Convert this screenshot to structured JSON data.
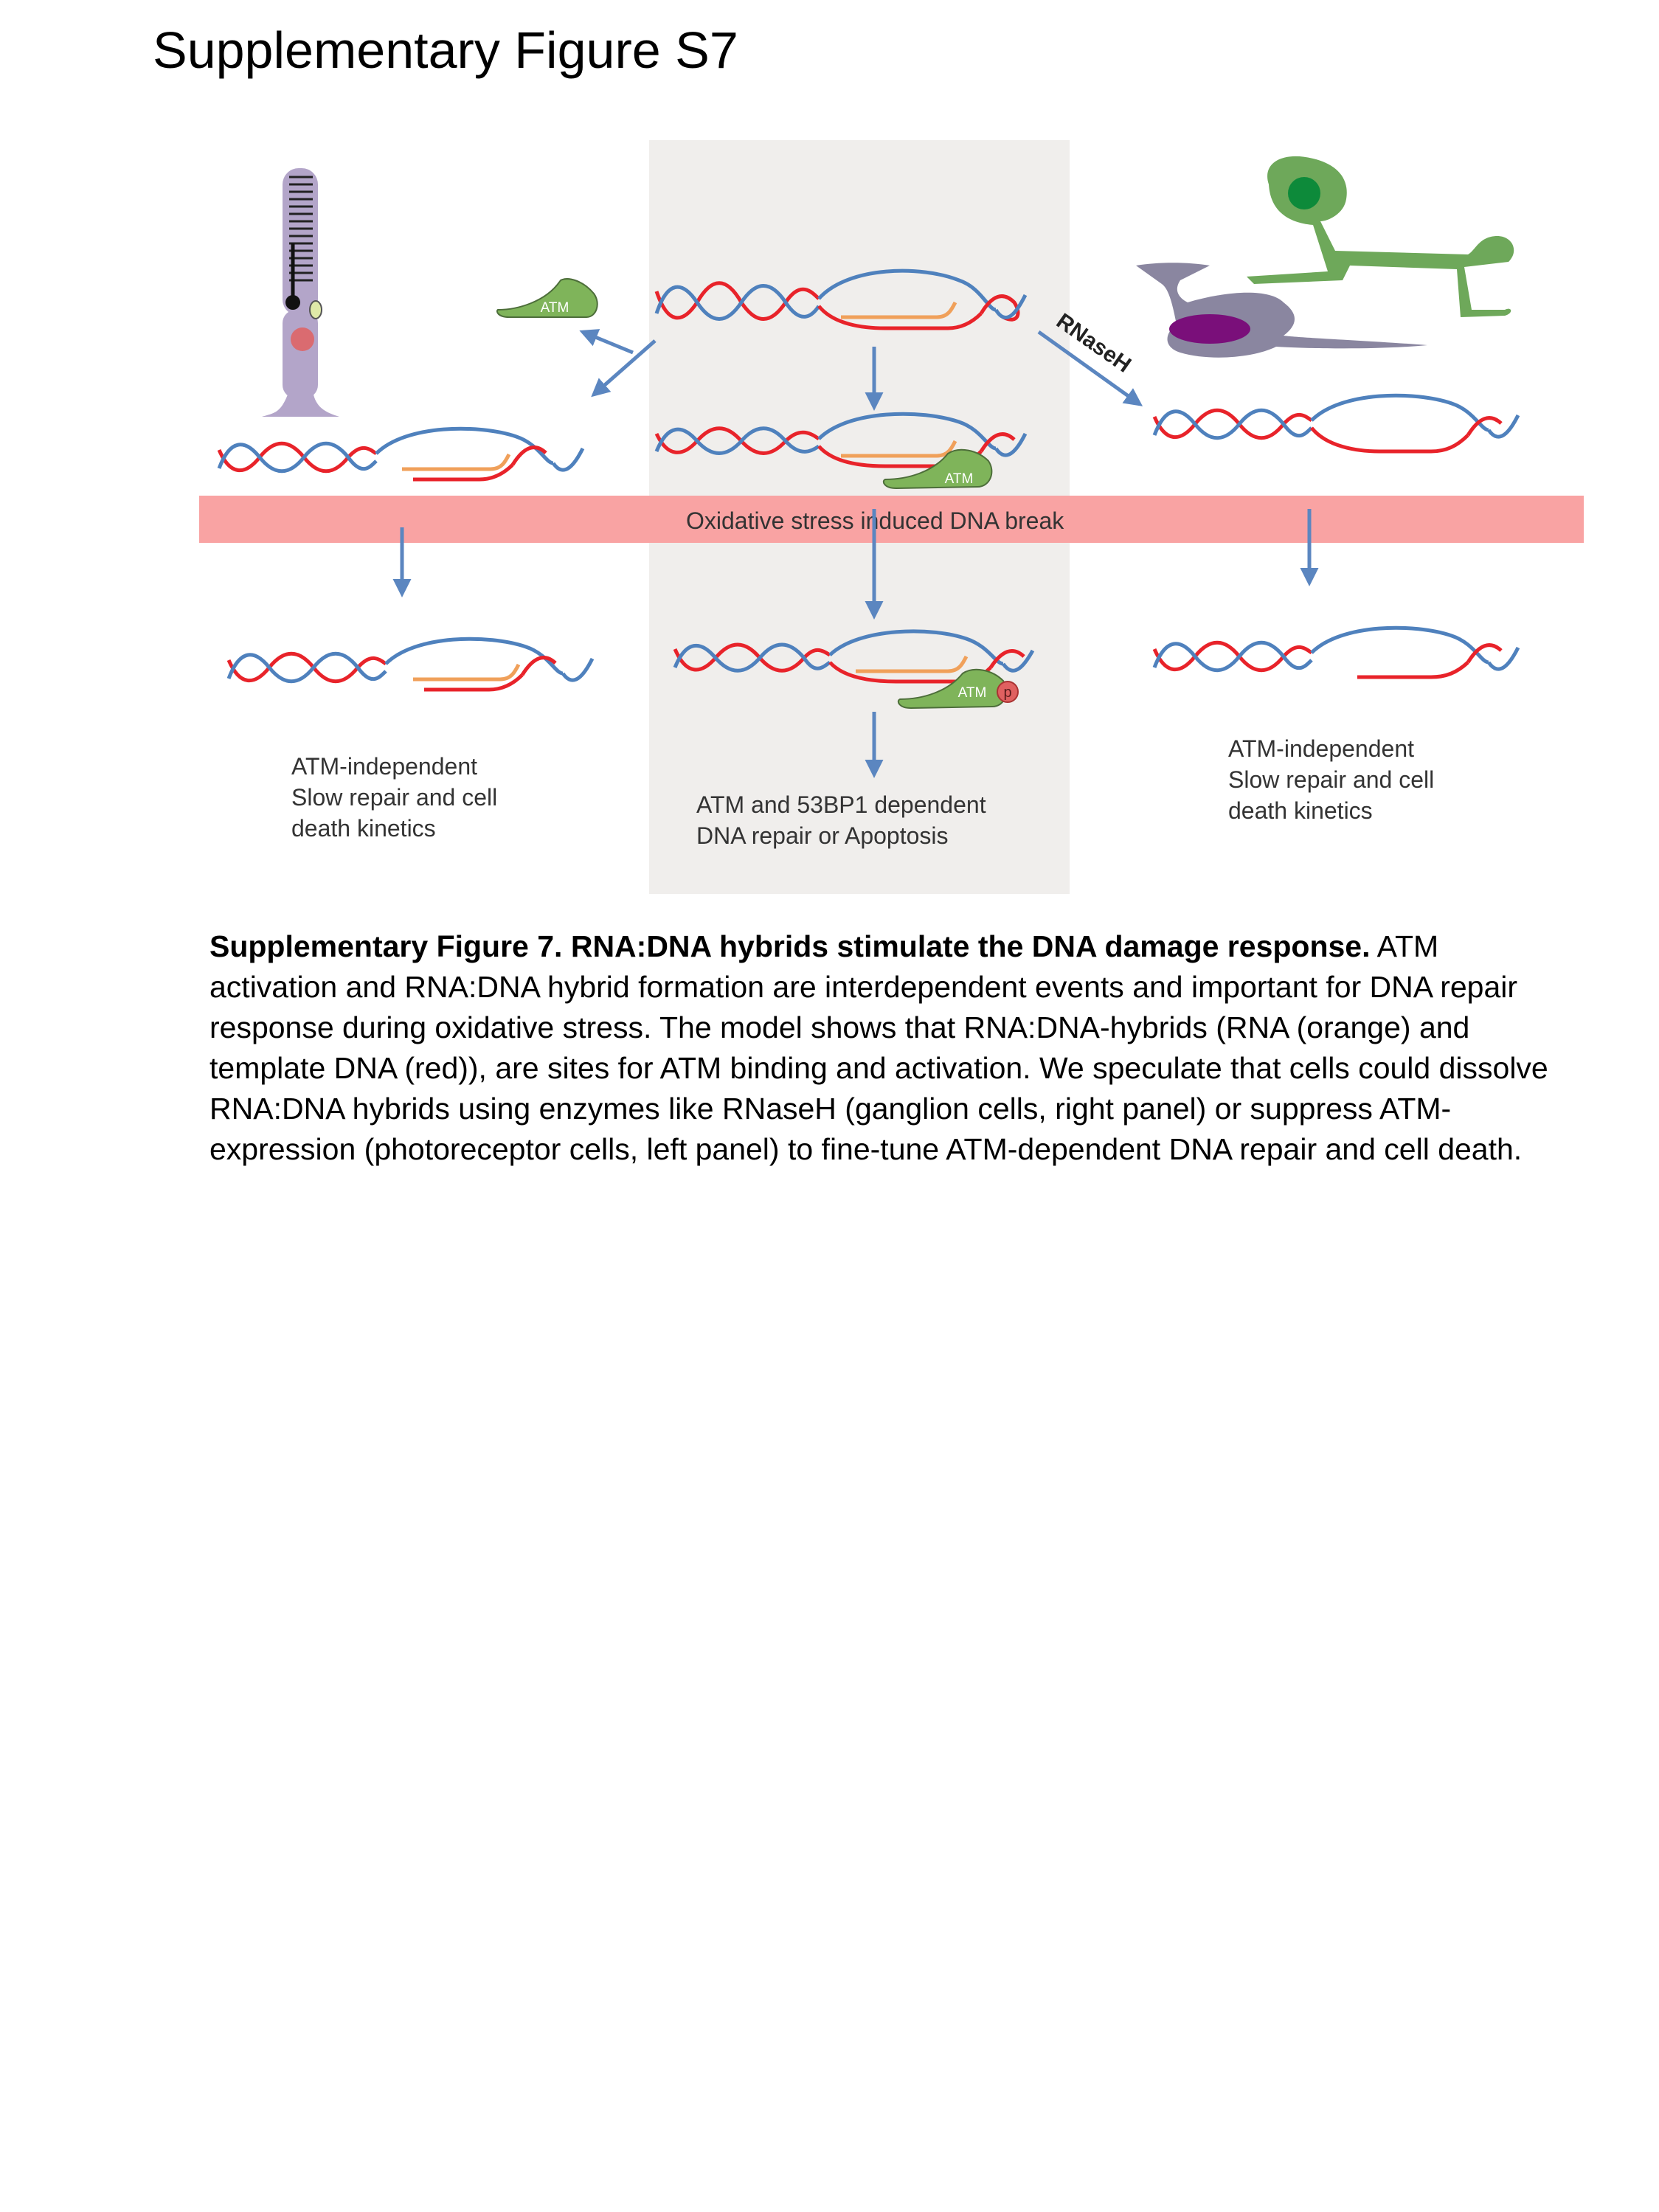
{
  "page": {
    "title": "Supplementary Figure S7"
  },
  "figure": {
    "band_label": "Oxidative stress induced DNA break",
    "atm_label": "ATM",
    "phospho_label": "p",
    "rnaseh_label": "RNaseH",
    "left_outcome": [
      "ATM-independent",
      "Slow repair and cell",
      "death kinetics"
    ],
    "center_outcome": [
      "ATM and 53BP1 dependent",
      "DNA repair or Apoptosis"
    ],
    "right_outcome": [
      "ATM-independent",
      "Slow repair and cell",
      "death kinetics"
    ],
    "colors": {
      "dna_template": "#e8232a",
      "dna_partner": "#4f81bd",
      "rna": "#f0a05a",
      "atm": "#7fb45a",
      "band": "#f9a3a3",
      "center_panel": "#f0eeec",
      "arrow": "#5b86c0",
      "photoreceptor": "#b3a5c9",
      "ganglion": "#6ea85a",
      "glia": "#8a86a0",
      "nucleus": "#7a0f7a"
    }
  },
  "caption": {
    "title": "Supplementary Figure 7. RNA:DNA hybrids stimulate the DNA damage response.",
    "body": "ATM activation and RNA:DNA hybrid formation are interdependent events and important for DNA repair response during oxidative stress. The model shows that RNA:DNA-hybrids (RNA (orange) and template DNA (red)), are sites for ATM binding and activation. We speculate that cells could dissolve RNA:DNA hybrids using enzymes like RNaseH (ganglion cells, right panel) or suppress ATM-expression (photoreceptor cells, left panel) to fine-tune ATM-dependent DNA repair and cell death."
  }
}
